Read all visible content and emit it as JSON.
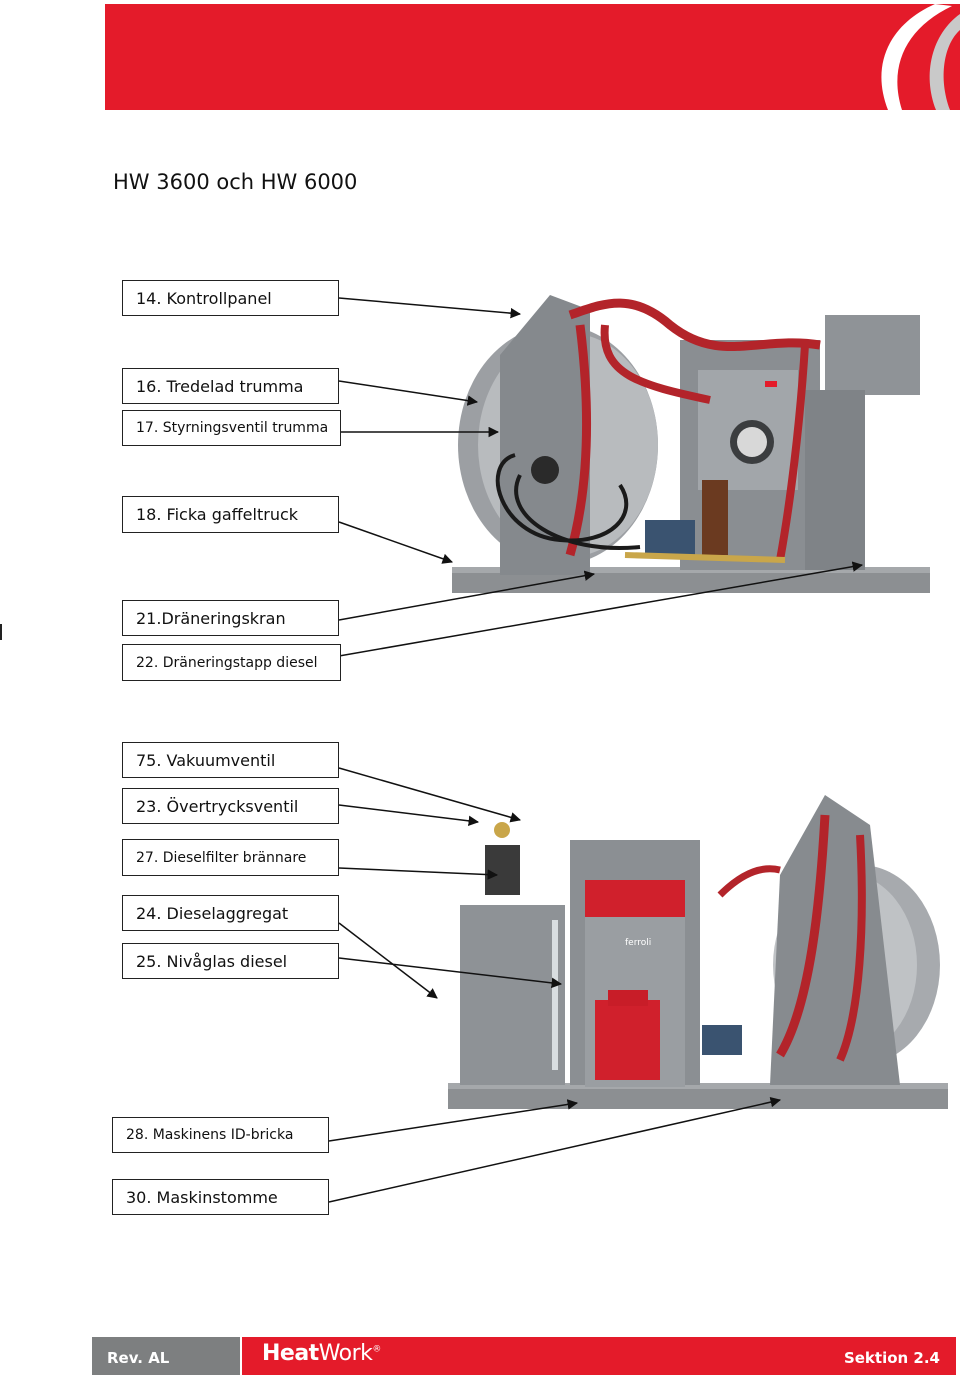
{
  "title": "HW 3600 och HW 6000",
  "top_labels": [
    "14. Kontrollpanel",
    "16. Tredelad trumma",
    "17. Styrningsventil trumma",
    "18. Ficka gaffeltruck",
    "21.Dräneringskran",
    "22. Dräneringstapp diesel"
  ],
  "bottom_labels": [
    "75. Vakuumventil",
    "23. Övertrycksventil",
    "27. Dieselfilter brännare",
    "24. Dieselaggregat",
    "25. Nivåglas diesel",
    "28. Maskinens ID-bricka",
    "30. Maskinstomme"
  ],
  "burner_brand": "ferroli",
  "footer": {
    "rev": "Rev. AL",
    "logo_bold": "Heat",
    "logo_light": "Work",
    "logo_mark": "®",
    "section": "Sektion 2.4"
  },
  "colors": {
    "brand_red": "#e41b2a",
    "footer_gray": "#7d7f80"
  }
}
